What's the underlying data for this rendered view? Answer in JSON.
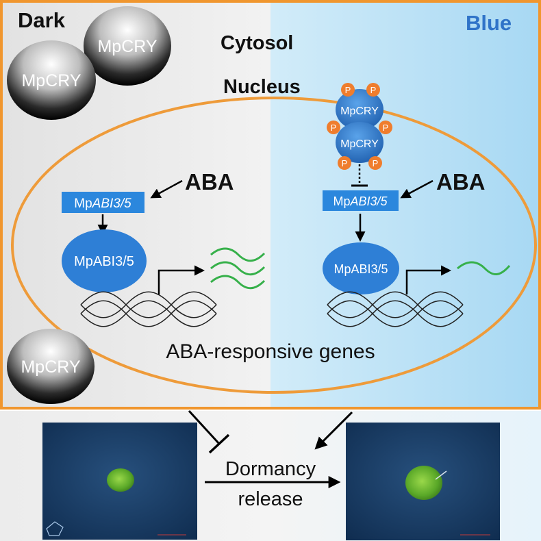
{
  "panels": {
    "dark_label": "Dark",
    "blue_label": "Blue",
    "cytosol_label": "Cytosol",
    "nucleus_label": "Nucleus"
  },
  "cryptochrome": {
    "label": "MpCRY",
    "phospho_label": "P"
  },
  "hormone": {
    "label": "ABA"
  },
  "gene": {
    "prefix": "Mp",
    "italic": "ABI3/5"
  },
  "protein": {
    "label": "MpABI3/5"
  },
  "genes_label": "ABA-responsive genes",
  "outcome": {
    "line1": "Dormancy",
    "line2": "release"
  },
  "colors": {
    "border_orange": "#f0962e",
    "nucleus_orange": "#ee9b3a",
    "dark_bg": "#e9e9e9",
    "blue_bg": "#bfe3f6",
    "protein_blue": "#2e7fd6",
    "gene_box_blue": "#2b87dd",
    "phospho_orange": "#ef7d2d",
    "transcript_green": "#36b04a",
    "blue_title": "#2f73c8",
    "micrograph_bg": "#173a63",
    "gemma_green": "#6cbf2e"
  },
  "icons": [
    "inhibition-bar-icon",
    "arrow-icon",
    "dna-helix-icon",
    "phosphate-icon",
    "transcript-icon"
  ]
}
